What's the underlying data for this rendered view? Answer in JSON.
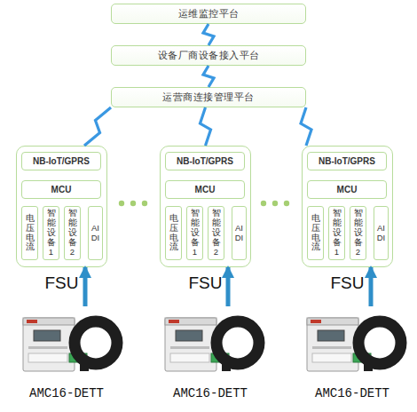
{
  "diagram": {
    "nodes": [
      {
        "text": [
          "运维监控平台"
        ]
      },
      {
        "text": [
          "设备厂商设备接入平台"
        ]
      },
      {
        "text": [
          "运营商连接管理平台"
        ]
      },
      {
        "text": [
          "FSU"
        ]
      },
      {
        "text": [
          "NB-IoT/GPRS"
        ],
        "in": 3
      },
      {
        "text": [
          "MCU"
        ],
        "in": 3
      },
      {
        "text": [
          "电压电流"
        ],
        "in": 3
      },
      {
        "text": [
          "智能设备1"
        ],
        "in": 3
      },
      {
        "text": [
          "智能设备2"
        ],
        "in": 3
      },
      {
        "text": [
          "AI DI"
        ],
        "in": 3
      },
      {
        "text": [
          "FSU"
        ]
      },
      {
        "text": [
          "NB-IoT/GPRS"
        ],
        "in": 10
      },
      {
        "text": [
          "MCU"
        ],
        "in": 10
      },
      {
        "text": [
          "电压电流"
        ],
        "in": 10
      },
      {
        "text": [
          "智能设备1"
        ],
        "in": 10
      },
      {
        "text": [
          "智能设备2"
        ],
        "in": 10
      },
      {
        "text": [
          "AI DI"
        ],
        "in": 10
      },
      {
        "text": [
          "FSU"
        ]
      },
      {
        "text": [
          "NB-IoT/GPRS"
        ],
        "in": 17
      },
      {
        "text": [
          "MCU"
        ],
        "in": 17
      },
      {
        "text": [
          "电压电流"
        ],
        "in": 17
      },
      {
        "text": [
          "智能设备1"
        ],
        "in": 17
      },
      {
        "text": [
          "智能设备2"
        ],
        "in": 17
      },
      {
        "text": [
          "AI DI"
        ],
        "in": 17
      },
      {
        "text": [
          "AMC16-DETT"
        ]
      },
      {
        "text": [
          "AMC16-DETT"
        ]
      },
      {
        "text": [
          "AMC16-DETT"
        ]
      }
    ],
    "edges": [
      {
        "from": 1,
        "to": 0,
        "arrow": "none"
      },
      {
        "from": 2,
        "to": 1,
        "arrow": "none"
      },
      {
        "from": 3,
        "to": 2,
        "arrow": "none"
      },
      {
        "from": 10,
        "to": 2,
        "arrow": "none"
      },
      {
        "from": 17,
        "to": 2,
        "arrow": "none"
      },
      {
        "from": 24,
        "to": 3,
        "arrow": "to"
      },
      {
        "from": 25,
        "to": 10,
        "arrow": "to"
      },
      {
        "from": 26,
        "to": 17,
        "arrow": "to"
      }
    ]
  }
}
